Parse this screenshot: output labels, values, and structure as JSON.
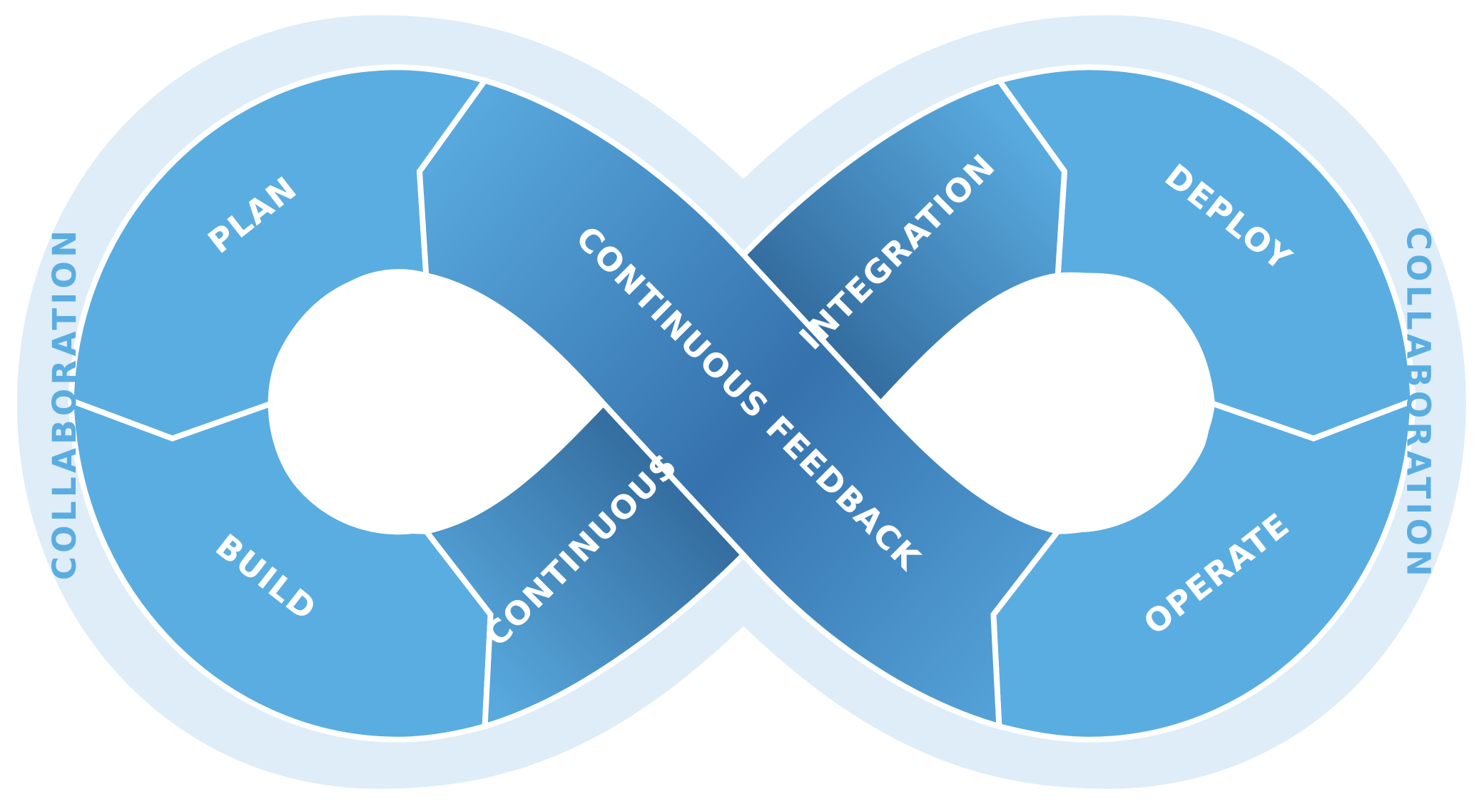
{
  "diagram": {
    "colors": {
      "outer_ring": "#deedf8",
      "segment": "#5aade1",
      "band_mid": "#3672ad",
      "band_edge": "#58a9de",
      "band_shadow": "#2c5f91",
      "divider": "#ffffff",
      "collaboration_text": "#5aade1",
      "stage_text": "#ffffff"
    },
    "collaboration_left": "COLLABORATION",
    "collaboration_right": "COLLABORATION",
    "stages": {
      "plan": "PLAN",
      "build": "BUILD",
      "deploy": "DEPLOY",
      "operate": "OPERATE"
    },
    "band": {
      "continuous_feedback": "CONTINUOUS FEEDBACK",
      "integration": "INTEGRATION",
      "continuous": "CONTINUOUS"
    }
  }
}
